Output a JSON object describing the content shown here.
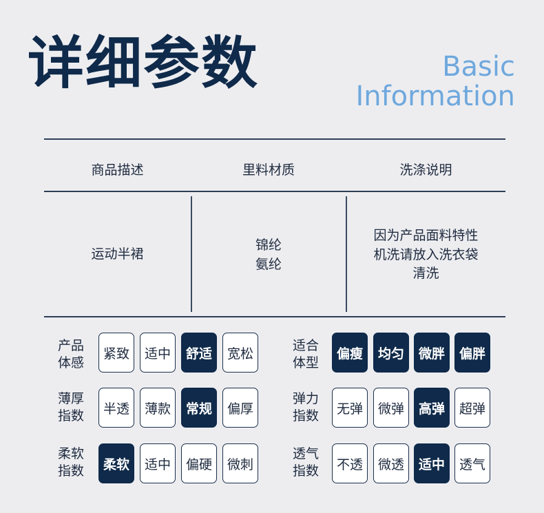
{
  "title": "详细参数",
  "subtitle_en": [
    "Basic",
    "Information"
  ],
  "table": {
    "headers": [
      "商品描述",
      "里料材质",
      "洗涤说明"
    ],
    "cells": [
      [
        "运动半裙"
      ],
      [
        "锦纶",
        "氨纶"
      ],
      [
        "因为产品面料特性",
        "机洗请放入洗衣袋",
        "清洗"
      ]
    ]
  },
  "attributes": [
    {
      "label": [
        "产品",
        "体感"
      ],
      "options": [
        "紧致",
        "适中",
        "舒适",
        "宽松"
      ],
      "selected": [
        2
      ]
    },
    {
      "label": [
        "适合",
        "体型"
      ],
      "options": [
        "偏瘦",
        "均匀",
        "微胖",
        "偏胖"
      ],
      "selected": [
        0,
        1,
        2,
        3
      ]
    },
    {
      "label": [
        "薄厚",
        "指数"
      ],
      "options": [
        "半透",
        "薄款",
        "常规",
        "偏厚"
      ],
      "selected": [
        2
      ]
    },
    {
      "label": [
        "弹力",
        "指数"
      ],
      "options": [
        "无弹",
        "微弹",
        "高弹",
        "超弹"
      ],
      "selected": [
        2
      ]
    },
    {
      "label": [
        "柔软",
        "指数"
      ],
      "options": [
        "柔软",
        "适中",
        "偏硬",
        "微刺"
      ],
      "selected": [
        0
      ]
    },
    {
      "label": [
        "透气",
        "指数"
      ],
      "options": [
        "不透",
        "微透",
        "适中",
        "透气"
      ],
      "selected": [
        2
      ]
    }
  ],
  "colors": {
    "navy": "#0f2a4a",
    "accent": "#6fa8dd",
    "background": "#ededf0"
  }
}
